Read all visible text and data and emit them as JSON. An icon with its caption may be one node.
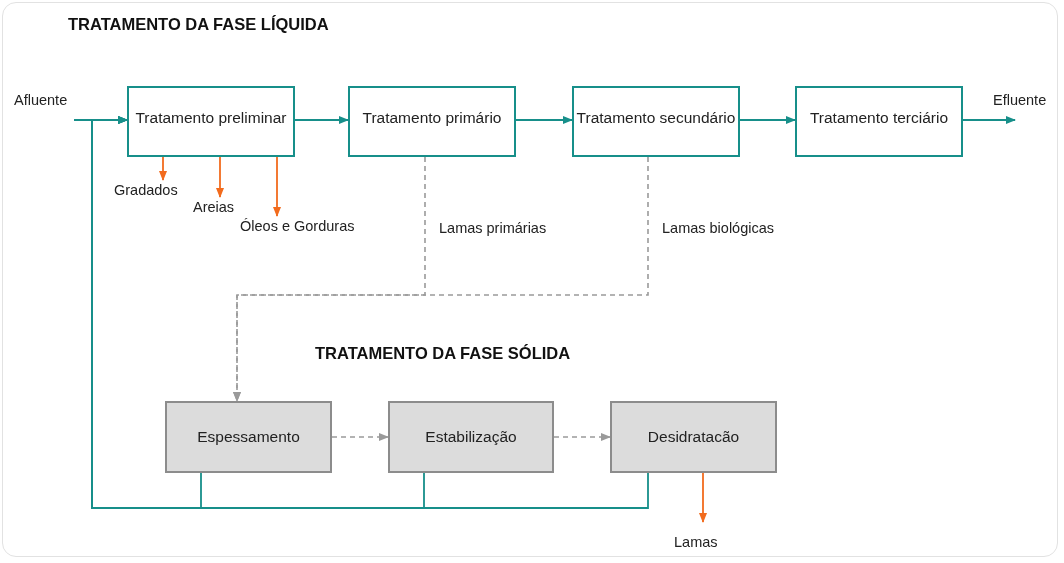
{
  "diagram": {
    "title": "TRATAMENTO DA FASE LÍQUIDA",
    "nodes": [
      {
        "text": [
          "Afluente"
        ]
      },
      {
        "text": [
          "Tratamento preliminar"
        ]
      },
      {
        "text": [
          "Tratamento primário"
        ]
      },
      {
        "text": [
          "Tratamento secundário"
        ]
      },
      {
        "text": [
          "Tratamento terciário"
        ]
      },
      {
        "text": [
          "Efluente"
        ]
      },
      {
        "text": [
          "Gradados"
        ]
      },
      {
        "text": [
          "Areias"
        ]
      },
      {
        "text": [
          "Óleos e Gorduras"
        ]
      },
      {
        "text": [
          "Espessamento"
        ]
      },
      {
        "text": [
          "Estabilização"
        ]
      },
      {
        "text": [
          "Desidratacão"
        ]
      },
      {
        "text": [
          "Lamas"
        ]
      }
    ],
    "edges": [
      {
        "from": 0,
        "to": 1,
        "arrow": "to"
      },
      {
        "from": 1,
        "to": 2,
        "arrow": "to"
      },
      {
        "from": 2,
        "to": 3,
        "arrow": "to"
      },
      {
        "from": 3,
        "to": 4,
        "arrow": "to"
      },
      {
        "from": 4,
        "to": 5,
        "arrow": "to"
      },
      {
        "from": 1,
        "to": 6,
        "arrow": "to",
        "color": "#f26b1d"
      },
      {
        "from": 1,
        "to": 7,
        "arrow": "to",
        "color": "#f26b1d"
      },
      {
        "from": 1,
        "to": 8,
        "arrow": "to",
        "color": "#f26b1d"
      },
      {
        "from": 2,
        "to": 9,
        "arrow": "to",
        "label": "Lamas primárias",
        "style": "dashed",
        "color": "#9a9a9a"
      },
      {
        "from": 3,
        "to": 9,
        "arrow": "to",
        "label": "Lamas biológicas",
        "style": "dashed",
        "color": "#9a9a9a"
      },
      {
        "from": 9,
        "to": 10,
        "arrow": "to",
        "style": "dashed",
        "color": "#9a9a9a"
      },
      {
        "from": 10,
        "to": 11,
        "arrow": "to",
        "style": "dashed",
        "color": "#9a9a9a"
      },
      {
        "from": 9,
        "to": 1,
        "arrow": "to"
      },
      {
        "from": 10,
        "to": 1,
        "arrow": "to"
      },
      {
        "from": 11,
        "to": 1,
        "arrow": "to"
      },
      {
        "from": 11,
        "to": 12,
        "arrow": "to",
        "color": "#f26b1d"
      }
    ],
    "labels": [
      "TRATAMENTO DA FASE SÓLIDA"
    ]
  }
}
